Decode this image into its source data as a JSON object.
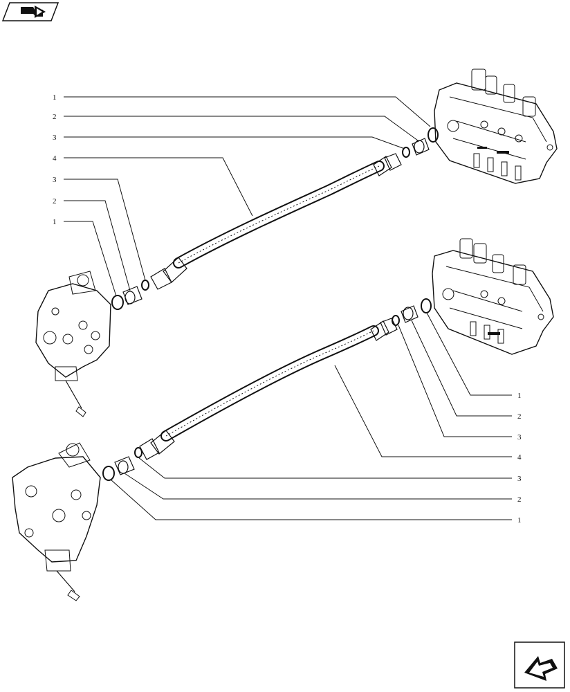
{
  "header_icon": {
    "name": "book-arrow-icon"
  },
  "footer_icon": {
    "name": "back-arrow-icon"
  },
  "callouts": {
    "upper": [
      {
        "label": "1"
      },
      {
        "label": "2"
      },
      {
        "label": "3"
      },
      {
        "label": "4"
      },
      {
        "label": "3"
      },
      {
        "label": "2"
      },
      {
        "label": "1"
      }
    ],
    "lower": [
      {
        "label": "1"
      },
      {
        "label": "2"
      },
      {
        "label": "3"
      },
      {
        "label": "4"
      },
      {
        "label": "3"
      },
      {
        "label": "2"
      },
      {
        "label": "1"
      }
    ]
  }
}
